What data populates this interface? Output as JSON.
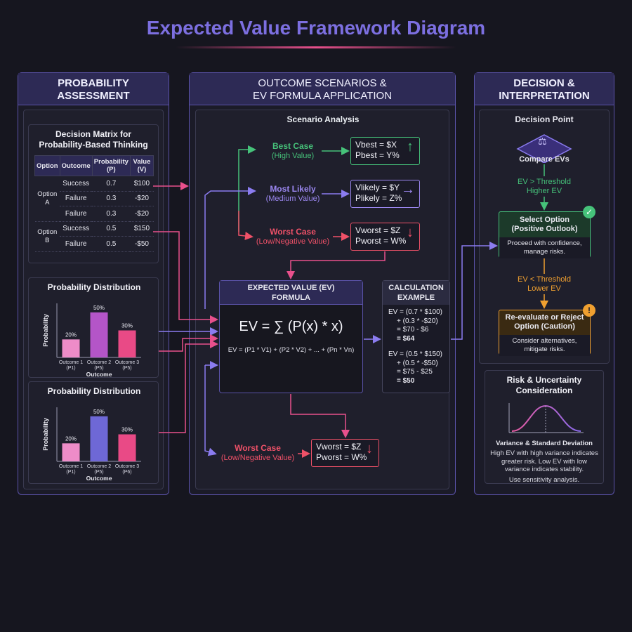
{
  "title": "Expected Value Framework Diagram",
  "columns": {
    "left": {
      "title_line1": "PROBABILITY",
      "title_line2": "ASSESSMENT"
    },
    "middle": {
      "title_line1": "OUTCOME SCENARIOS &",
      "title_line2": "EV FORMULA APPLICATION"
    },
    "right": {
      "title_line1": "DECISION &",
      "title_line2": "INTERPRETATION"
    }
  },
  "matrix": {
    "title_line1": "Decision Matrix for",
    "title_line2": "Probability-Based Thinking",
    "headers": [
      "Option",
      "Outcome",
      "Probability (P)",
      "Value (V)"
    ],
    "option_a": "Option A",
    "option_b": "Option B",
    "rows": [
      {
        "outcome": "Success",
        "p": "0.7",
        "v": "$100"
      },
      {
        "outcome": "Failure",
        "p": "0.3",
        "v": "-$20"
      },
      {
        "outcome": "Failure",
        "p": "0.3",
        "v": "-$20"
      },
      {
        "outcome": "Success",
        "p": "0.5",
        "v": "$150"
      },
      {
        "outcome": "Failure",
        "p": "0.5",
        "v": "-$50"
      }
    ]
  },
  "chart_data": [
    {
      "type": "bar",
      "title": "Probability Distribution",
      "ylabel": "Probability",
      "xlabel": "Outcome",
      "categories": [
        "Outcome 1 (P1)",
        "Outcome 2 (P5)",
        "Outcome 3 (P5)"
      ],
      "values": [
        20,
        50,
        30
      ],
      "value_labels": [
        "20%",
        "50%",
        "30%"
      ],
      "ylim": [
        0,
        60
      ],
      "colors": [
        "#ee8cc8",
        "#b455c8",
        "#e94a86"
      ]
    },
    {
      "type": "bar",
      "title": "Probability Distribution",
      "ylabel": "Probability",
      "xlabel": "Outcome",
      "categories": [
        "Outcome 1 (P1)",
        "Outcome 2 (P5)",
        "Outcome 3 (P6)"
      ],
      "values": [
        20,
        50,
        30
      ],
      "value_labels": [
        "20%",
        "50%",
        "30%"
      ],
      "ylim": [
        0,
        60
      ],
      "colors": [
        "#ee8cc8",
        "#6e68d6",
        "#e94a86"
      ]
    }
  ],
  "scenarios": {
    "heading": "Scenario Analysis",
    "best": {
      "title": "Best Case",
      "sub": "(High Value)",
      "v_line": "Vbest = $X",
      "p_line": "Pbest = Y%",
      "arrow": "↑"
    },
    "likely": {
      "title": "Most Likely",
      "sub": "(Medium Value)",
      "v_line": "Vlikely = $Y",
      "p_line": "Plikely = Z%",
      "arrow": "→"
    },
    "worst": {
      "title": "Worst Case",
      "sub": "(Low/Negative Value)",
      "v_line": "Vworst = $Z",
      "p_line": "Pworst = W%",
      "arrow": "↓"
    },
    "worst2": {
      "title": "Worst Case",
      "sub": "(Low/Negative Value)",
      "v_line": "Vworst = $Z",
      "p_line": "Pworst = W%",
      "arrow": "↓"
    }
  },
  "formula": {
    "title_line1": "EXPECTED VALUE (EV)",
    "title_line2": "FORMULA",
    "main": "EV = ∑ (P(x) * x)",
    "expanded": "EV = (P1 * V1) + (P2 * V2) + ... + (Pn * Vn)"
  },
  "calc": {
    "title_line1": "CALCULATION",
    "title_line2": "EXAMPLE",
    "a_lines": [
      "EV = (0.7 * $100)",
      "+ (0.3 * -$20)",
      "= $70 - $6",
      "= $64"
    ],
    "b_lines": [
      "EV = (0.5 * $150)",
      "+ (0.5 * -$50)",
      "= $75 - $25",
      "= $50"
    ]
  },
  "decision": {
    "heading": "Decision Point",
    "compare": "Compare EVs",
    "gt_line1": "EV > Threshold",
    "gt_line2": "Higher EV",
    "select_title1": "Select Option",
    "select_title2": "(Positive Outlook)",
    "select_body1": "Proceed with confidence,",
    "select_body2": "manage risks.",
    "lt_line1": "EV < Threshold",
    "lt_line2": "Lower EV",
    "reject_title1": "Re-evaluate or Reject",
    "reject_title2": "Option (Caution)",
    "reject_body1": "Consider alternatives,",
    "reject_body2": "mitigate risks."
  },
  "risk": {
    "title_line1": "Risk & Uncertainty",
    "title_line2": "Consideration",
    "caption": "Variance & Standard Deviation",
    "body1": "High EV with high variance indicates",
    "body2": "greater risk. Low EV with low",
    "body3": "variance indicates stability.",
    "body4": "Use sensitivity analysis."
  },
  "colors": {
    "accent": "#7c6fe0",
    "green": "#46c27a",
    "purple": "#9b87f0",
    "red": "#ef5168",
    "orange": "#f0a030",
    "pink": "#e8508c"
  }
}
